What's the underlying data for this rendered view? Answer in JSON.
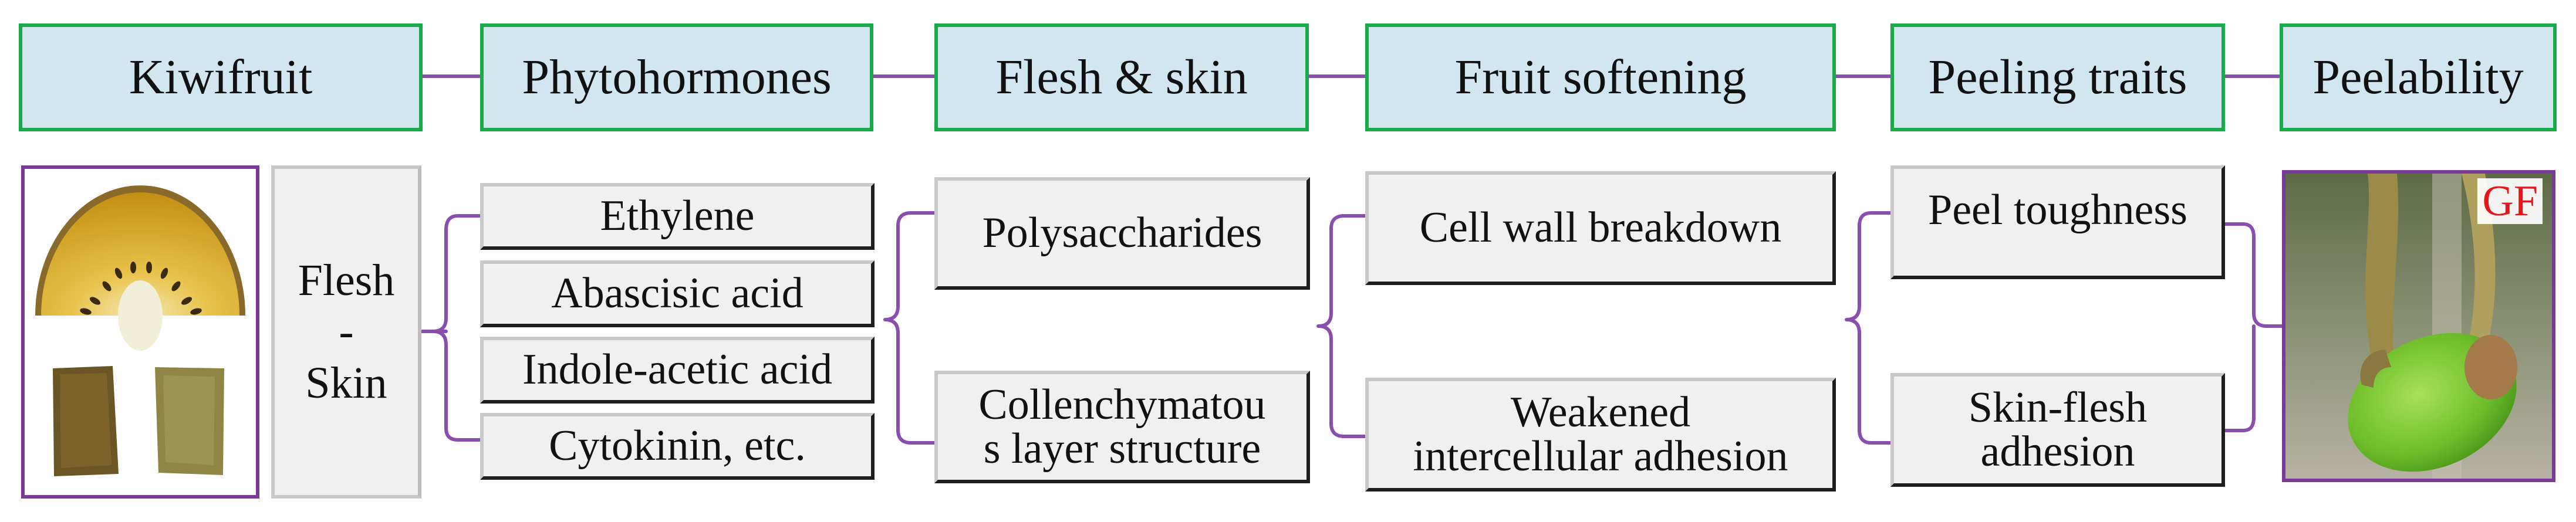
{
  "headers": [
    "Kiwifruit",
    "Phytohormones",
    "Flesh & skin",
    "Fruit softening",
    "Peeling traits",
    "Peelability"
  ],
  "flesh_skin": {
    "line1": "Flesh",
    "line2": "-",
    "line3": "Skin"
  },
  "phytohormones": [
    "Ethylene",
    "Abascisic acid",
    "Indole-acetic acid",
    "Cytokinin, etc."
  ],
  "flesh_and_skin_items": {
    "polysaccharides": "Polysaccharides",
    "collenchyma_line1": "Collenchymatou",
    "collenchyma_line2": "s layer structure"
  },
  "softening_items": {
    "cell_wall": "Cell wall breakdown",
    "weakened_line1": "Weakened",
    "weakened_line2": "intercellular adhesion"
  },
  "peeling_items": {
    "peel_toughness": "Peel toughness",
    "adhesion_line1": "Skin-flesh",
    "adhesion_line2": "adhesion"
  },
  "peelability_photo": {
    "label": "GF"
  },
  "colors": {
    "header_fill": "#d2e6ef",
    "header_border": "#1aaa4a",
    "connector": "#8a4fae",
    "photo_border": "#7a3a9a",
    "gf_label": "#e8141c"
  }
}
